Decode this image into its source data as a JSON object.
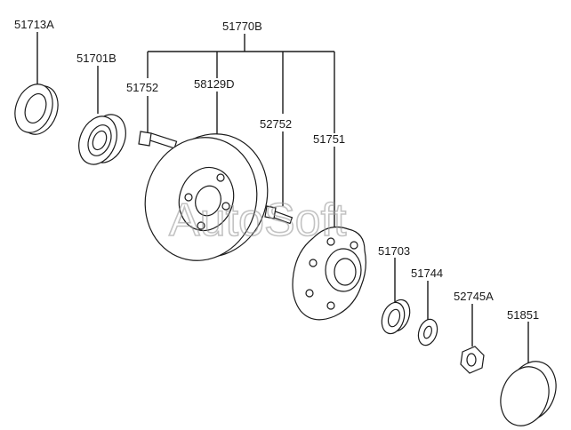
{
  "diagram": {
    "labels": {
      "p51713A": "51713A",
      "p51701B": "51701B",
      "p51770B": "51770B",
      "p51752": "51752",
      "p58129D": "58129D",
      "p52752": "52752",
      "p51751": "51751",
      "p51703": "51703",
      "p51744": "51744",
      "p52745A": "52745A",
      "p51851": "51851"
    },
    "watermark": "AutoSoft"
  }
}
